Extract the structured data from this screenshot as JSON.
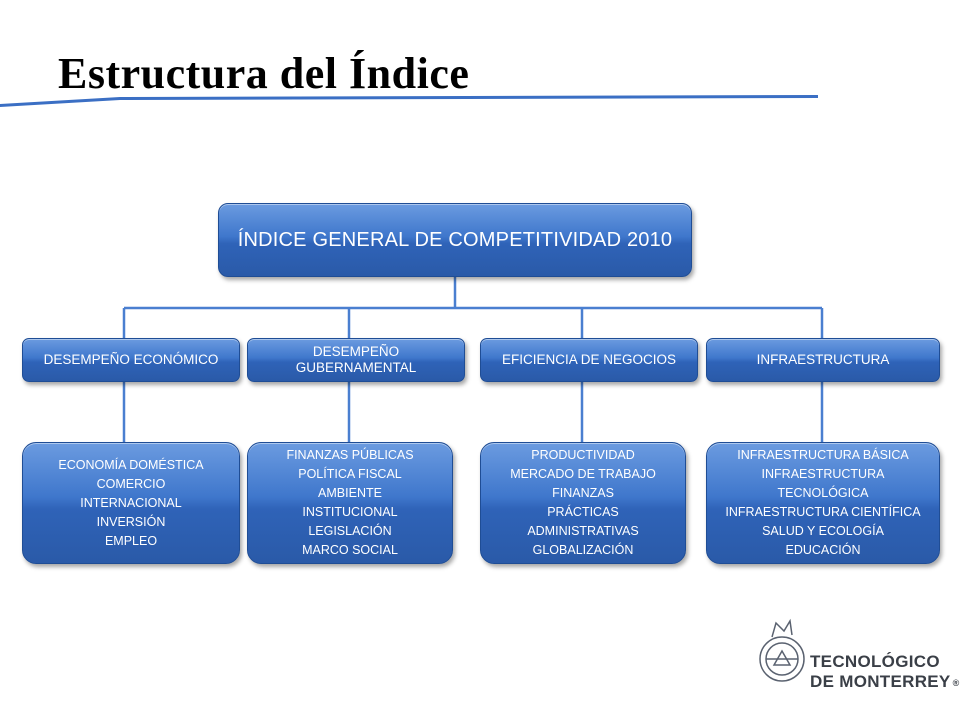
{
  "slide": {
    "title": "Estructura del Índice"
  },
  "diagram": {
    "root": "ÍNDICE GENERAL DE COMPETITIVIDAD 2010",
    "pillars": [
      {
        "label": "DESEMPEÑO ECONÓMICO",
        "items": [
          "ECONOMÍA DOMÉSTICA",
          "COMERCIO",
          "INTERNACIONAL",
          "INVERSIÓN",
          "EMPLEO"
        ]
      },
      {
        "label": "DESEMPEÑO GUBERNAMENTAL",
        "items": [
          "FINANZAS PÚBLICAS",
          "POLÍTICA FISCAL",
          "AMBIENTE",
          "INSTITUCIONAL",
          "LEGISLACIÓN",
          "MARCO SOCIAL"
        ]
      },
      {
        "label": "EFICIENCIA DE NEGOCIOS",
        "items": [
          "PRODUCTIVIDAD",
          "MERCADO DE TRABAJO",
          "FINANZAS",
          "PRÁCTICAS",
          "ADMINISTRATIVAS",
          "GLOBALIZACIÓN"
        ]
      },
      {
        "label": "INFRAESTRUCTURA",
        "items": [
          "INFRAESTRUCTURA BÁSICA",
          "INFRAESTRUCTURA",
          "TECNOLÓGICA",
          "INFRAESTRUCTURA CIENTÍFICA",
          "SALUD Y ECOLOGÍA",
          "EDUCACIÓN"
        ]
      }
    ]
  },
  "logo": {
    "line1": "TECNOLÓGICO",
    "line2": "DE MONTERREY",
    "mark": "®",
    "icon": "seal-icon"
  },
  "colors": {
    "box_blue": "#3f77cc",
    "connector": "#4a7fd0",
    "title_rule": "#3b6fc4"
  }
}
